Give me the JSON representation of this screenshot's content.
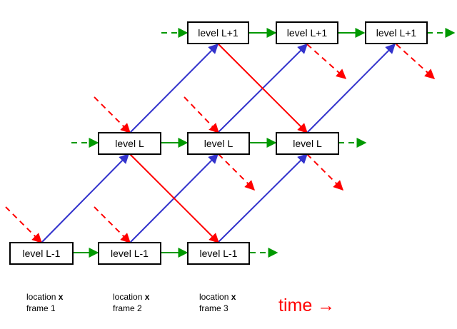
{
  "diagram": {
    "nodes": [
      {
        "id": "n-top-1",
        "label": "level L+1"
      },
      {
        "id": "n-top-2",
        "label": "level L+1"
      },
      {
        "id": "n-top-3",
        "label": "level L+1"
      },
      {
        "id": "n-mid-1",
        "label": "level L"
      },
      {
        "id": "n-mid-2",
        "label": "level L"
      },
      {
        "id": "n-mid-3",
        "label": "level L"
      },
      {
        "id": "n-bot-1",
        "label": "level L-1"
      },
      {
        "id": "n-bot-2",
        "label": "level L-1"
      },
      {
        "id": "n-bot-3",
        "label": "level L-1"
      }
    ],
    "colors": {
      "blue_arrow": "#3333cc",
      "red_arrow": "#ff0000",
      "green_arrow": "#009900",
      "box_stroke": "#000000"
    }
  },
  "footer": {
    "frames": [
      {
        "location_prefix": "location ",
        "location_var": "x",
        "frame": "frame 1"
      },
      {
        "location_prefix": "location ",
        "location_var": "x",
        "frame": "frame 2"
      },
      {
        "location_prefix": "location ",
        "location_var": "x",
        "frame": "frame 3"
      }
    ],
    "time_label": "time →"
  }
}
